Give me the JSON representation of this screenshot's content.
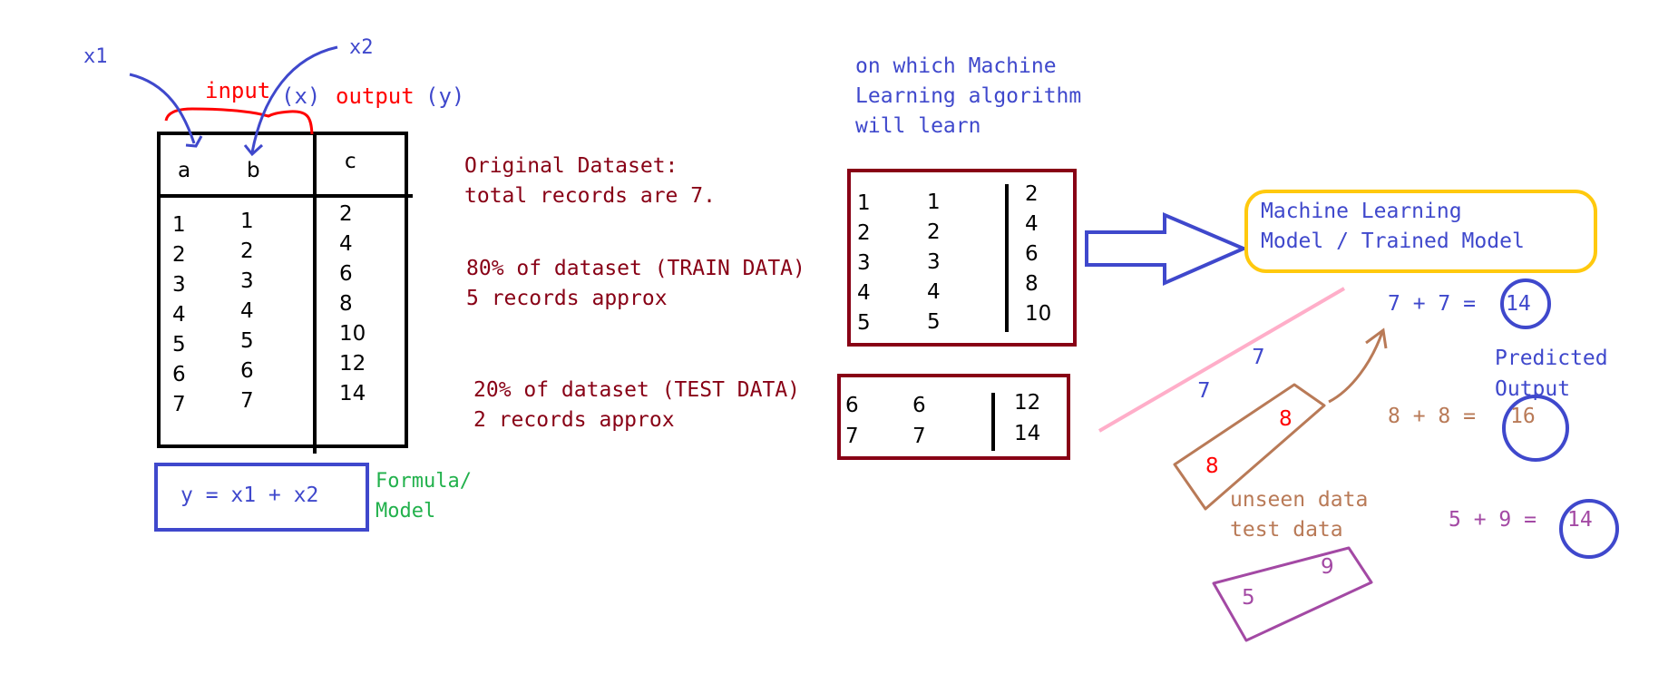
{
  "annotations": {
    "x1": "x1",
    "x2": "x2",
    "input": "input",
    "input_var": "(x)",
    "output": "output",
    "output_var": "(y)"
  },
  "original_table": {
    "headers": [
      "a",
      "b",
      "c"
    ],
    "col_a": [
      "1",
      "2",
      "3",
      "4",
      "5",
      "6",
      "7"
    ],
    "col_b": [
      "1",
      "2",
      "3",
      "4",
      "5",
      "6",
      "7"
    ],
    "col_c": [
      "2",
      "4",
      "6",
      "8",
      "10",
      "12",
      "14"
    ]
  },
  "formula": {
    "text": "y = x1 + x2",
    "label_line1": "Formula/",
    "label_line2": "Model"
  },
  "dataset_info": {
    "line1": "Original Dataset:",
    "line2": "total records are 7."
  },
  "train_info": {
    "line1": "80% of dataset (TRAIN DATA)",
    "line2": "5 records approx"
  },
  "test_info": {
    "line1": "20% of dataset (TEST DATA)",
    "line2": "2 records approx"
  },
  "learn_note": {
    "line1": "on which Machine",
    "line2": "Learning algorithm",
    "line3": "will learn"
  },
  "train_table": {
    "col_a": [
      "1",
      "2",
      "3",
      "4",
      "5"
    ],
    "col_b": [
      "1",
      "2",
      "3",
      "4",
      "5"
    ],
    "col_c": [
      "2",
      "4",
      "6",
      "8",
      "10"
    ]
  },
  "test_table": {
    "col_a": [
      "6",
      "7"
    ],
    "col_b": [
      "6",
      "7"
    ],
    "col_c": [
      "12",
      "14"
    ]
  },
  "model_box": {
    "line1": "Machine Learning",
    "line2": "Model / Trained Model"
  },
  "predictions": {
    "p1_expr": "7 + 7 =",
    "p1_result": "14",
    "p2_expr": "8 + 8 =",
    "p2_result": "16",
    "p3_expr": "5 + 9 =",
    "p3_result": "14",
    "label_line1": "Predicted",
    "label_line2": "Output"
  },
  "unseen": {
    "seven_a": "7",
    "seven_b": "7",
    "eight_a": "8",
    "eight_b": "8",
    "label_line1": "unseen data",
    "label_line2": "test data",
    "five": "5",
    "nine": "9"
  },
  "colors": {
    "blue": "#3f48cc",
    "red": "#ff0000",
    "maroon": "#880015",
    "green": "#22b14c",
    "gold": "#ffc90e",
    "brown": "#b97a57",
    "purple": "#a349a4",
    "pink": "#ffaec9"
  }
}
